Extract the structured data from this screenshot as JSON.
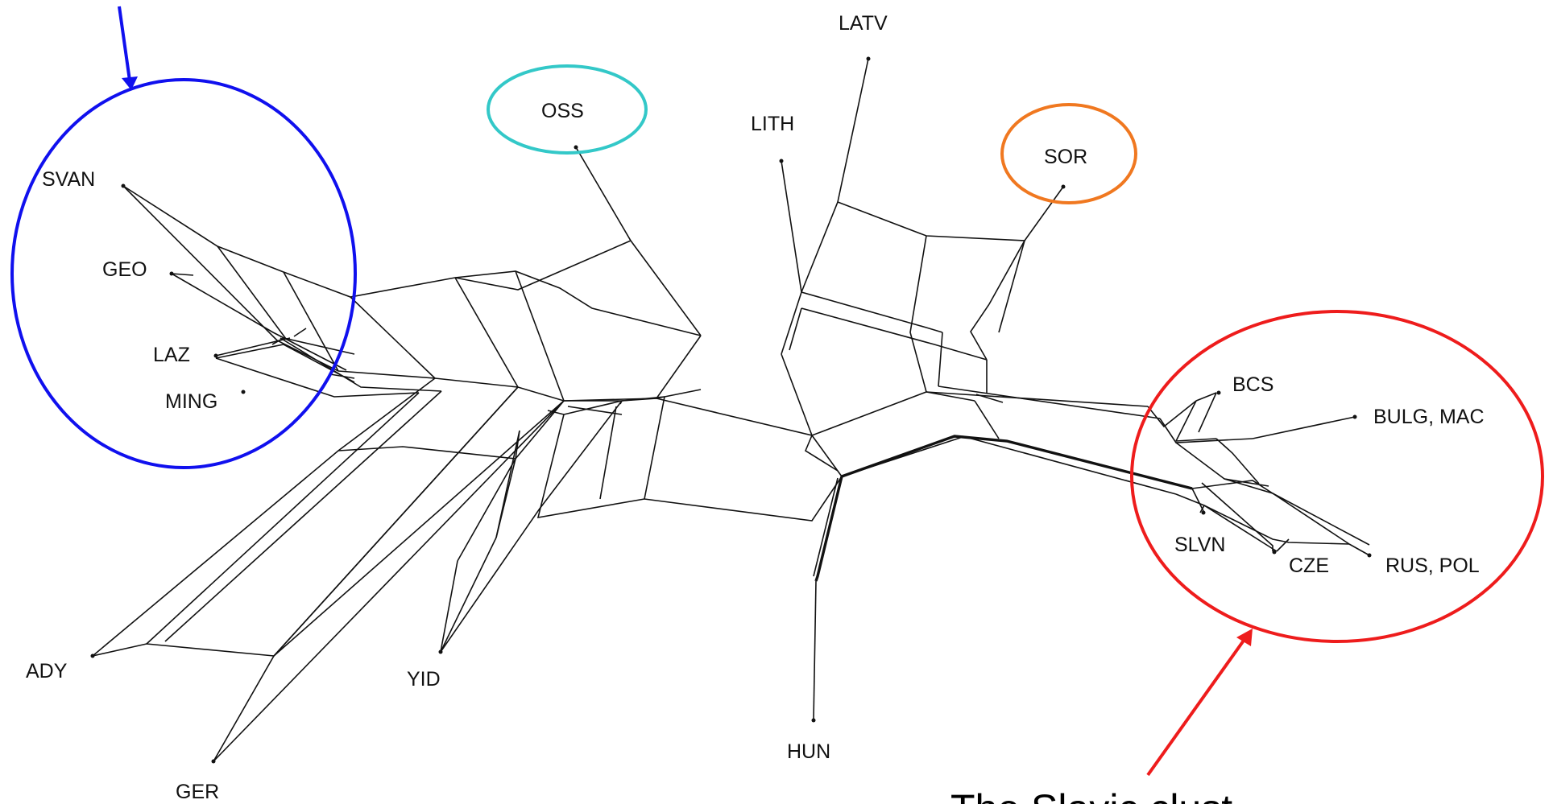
{
  "labels": {
    "svan": "SVAN",
    "geo": "GEO",
    "laz": "LAZ",
    "ming": "MING",
    "oss": "OSS",
    "lith": "LITH",
    "latv": "LATV",
    "sor": "SOR",
    "bcs": "BCS",
    "bulg_mac": "BULG, MAC",
    "slvn": "SLVN",
    "cze": "CZE",
    "rus_pol": "RUS, POL",
    "ady": "ADY",
    "yid": "YID",
    "hun": "HUN",
    "ger": "GER"
  },
  "caption": "The Slavic clust",
  "colors": {
    "blue": "#1010ee",
    "teal": "#33c8c8",
    "orange": "#f07820",
    "red": "#ee1c1c",
    "edge": "#111111"
  }
}
